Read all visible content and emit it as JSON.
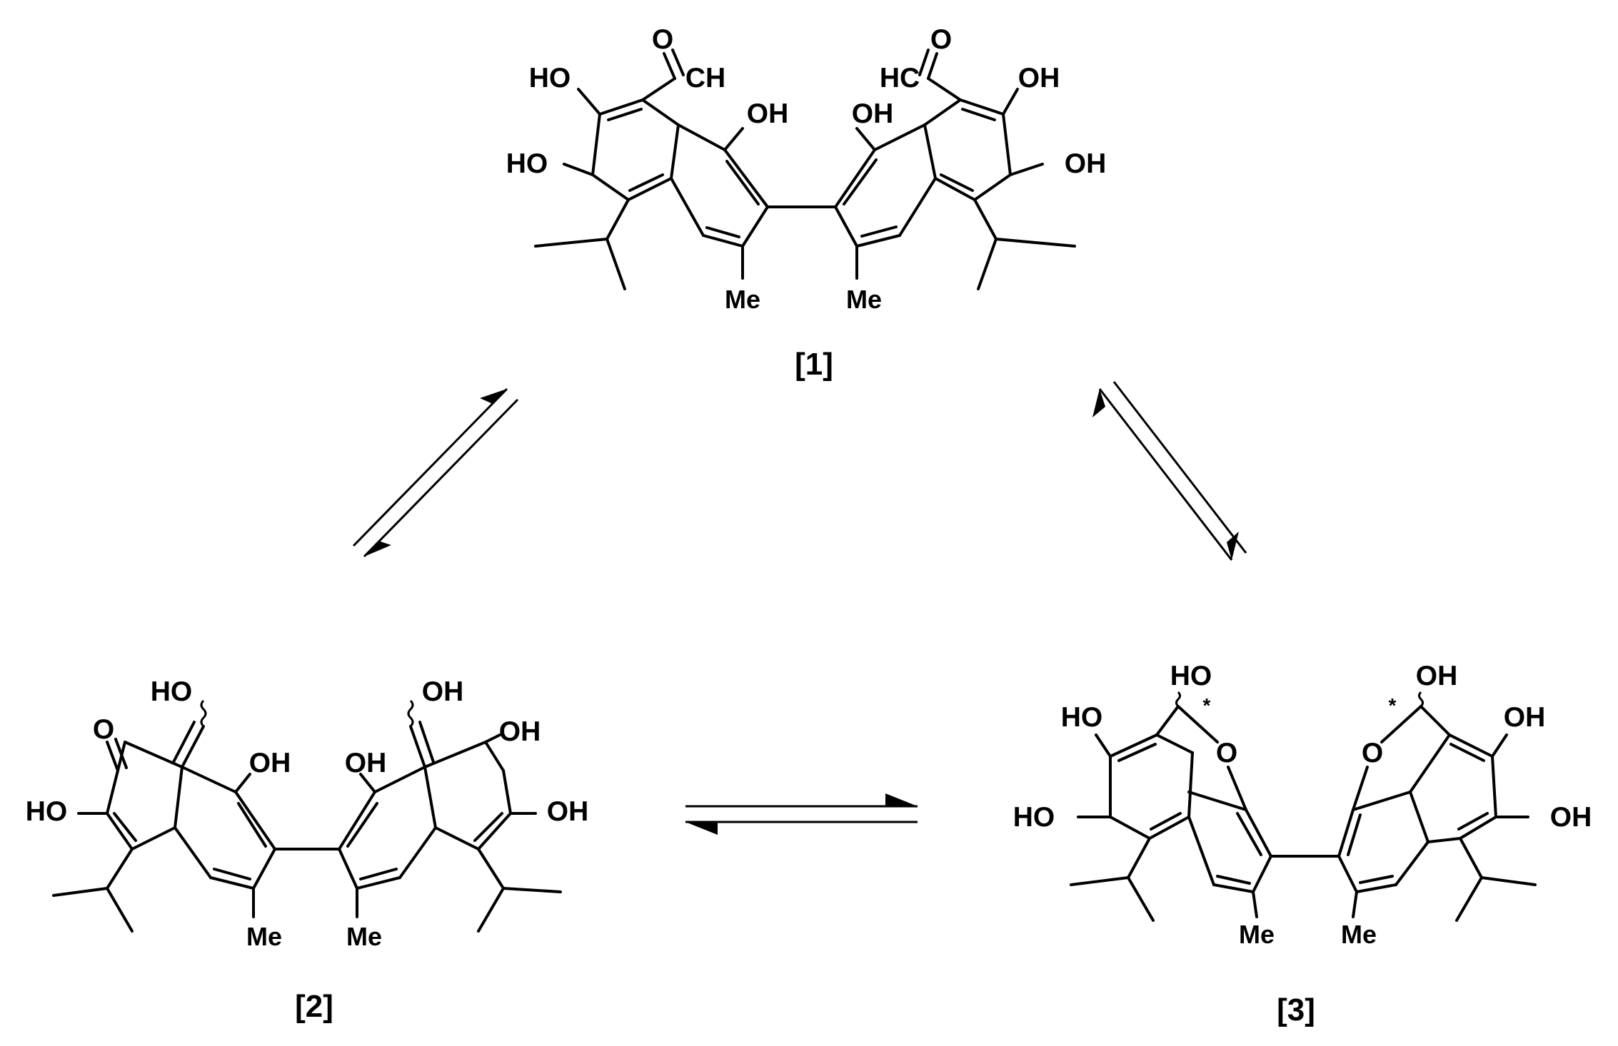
{
  "compounds": [
    {
      "label": "[1]",
      "atoms": {
        "ho_top": "HO",
        "ho_mid": "HO",
        "cho_o_left": "O",
        "cho_h_left": "CH",
        "oh_peri_left": "OH",
        "oh_peri_right": "OH",
        "cho_h_right": "HC",
        "cho_o_right": "O",
        "oh_top_right": "OH",
        "oh_mid_right": "OH",
        "me_left": "Me",
        "me_right": "Me"
      }
    },
    {
      "label": "[2]",
      "atoms": {
        "keto_o": "O",
        "ho_left": "HO",
        "enol_left": "HO",
        "oh_peri_left": "OH",
        "oh_peri_right": "OH",
        "enol_right": "OH",
        "oh_top_right": "OH",
        "oh_mid_right": "OH",
        "me_left": "Me",
        "me_right": "Me"
      }
    },
    {
      "label": "[3]",
      "atoms": {
        "ho_top": "HO",
        "ho_mid": "HO",
        "hemi_oh_left": "HO",
        "ring_o_left": "O",
        "ring_o_right": "O",
        "hemi_oh_right": "OH",
        "oh_top_right": "OH",
        "oh_mid_right": "OH",
        "me_left": "Me",
        "me_right": "Me",
        "star_left": "*",
        "star_right": "*"
      }
    }
  ],
  "arrows": [
    {
      "between": [
        "[1]",
        "[2]"
      ],
      "type": "equilibrium"
    },
    {
      "between": [
        "[1]",
        "[3]"
      ],
      "type": "equilibrium"
    },
    {
      "between": [
        "[2]",
        "[3]"
      ],
      "type": "equilibrium"
    }
  ]
}
